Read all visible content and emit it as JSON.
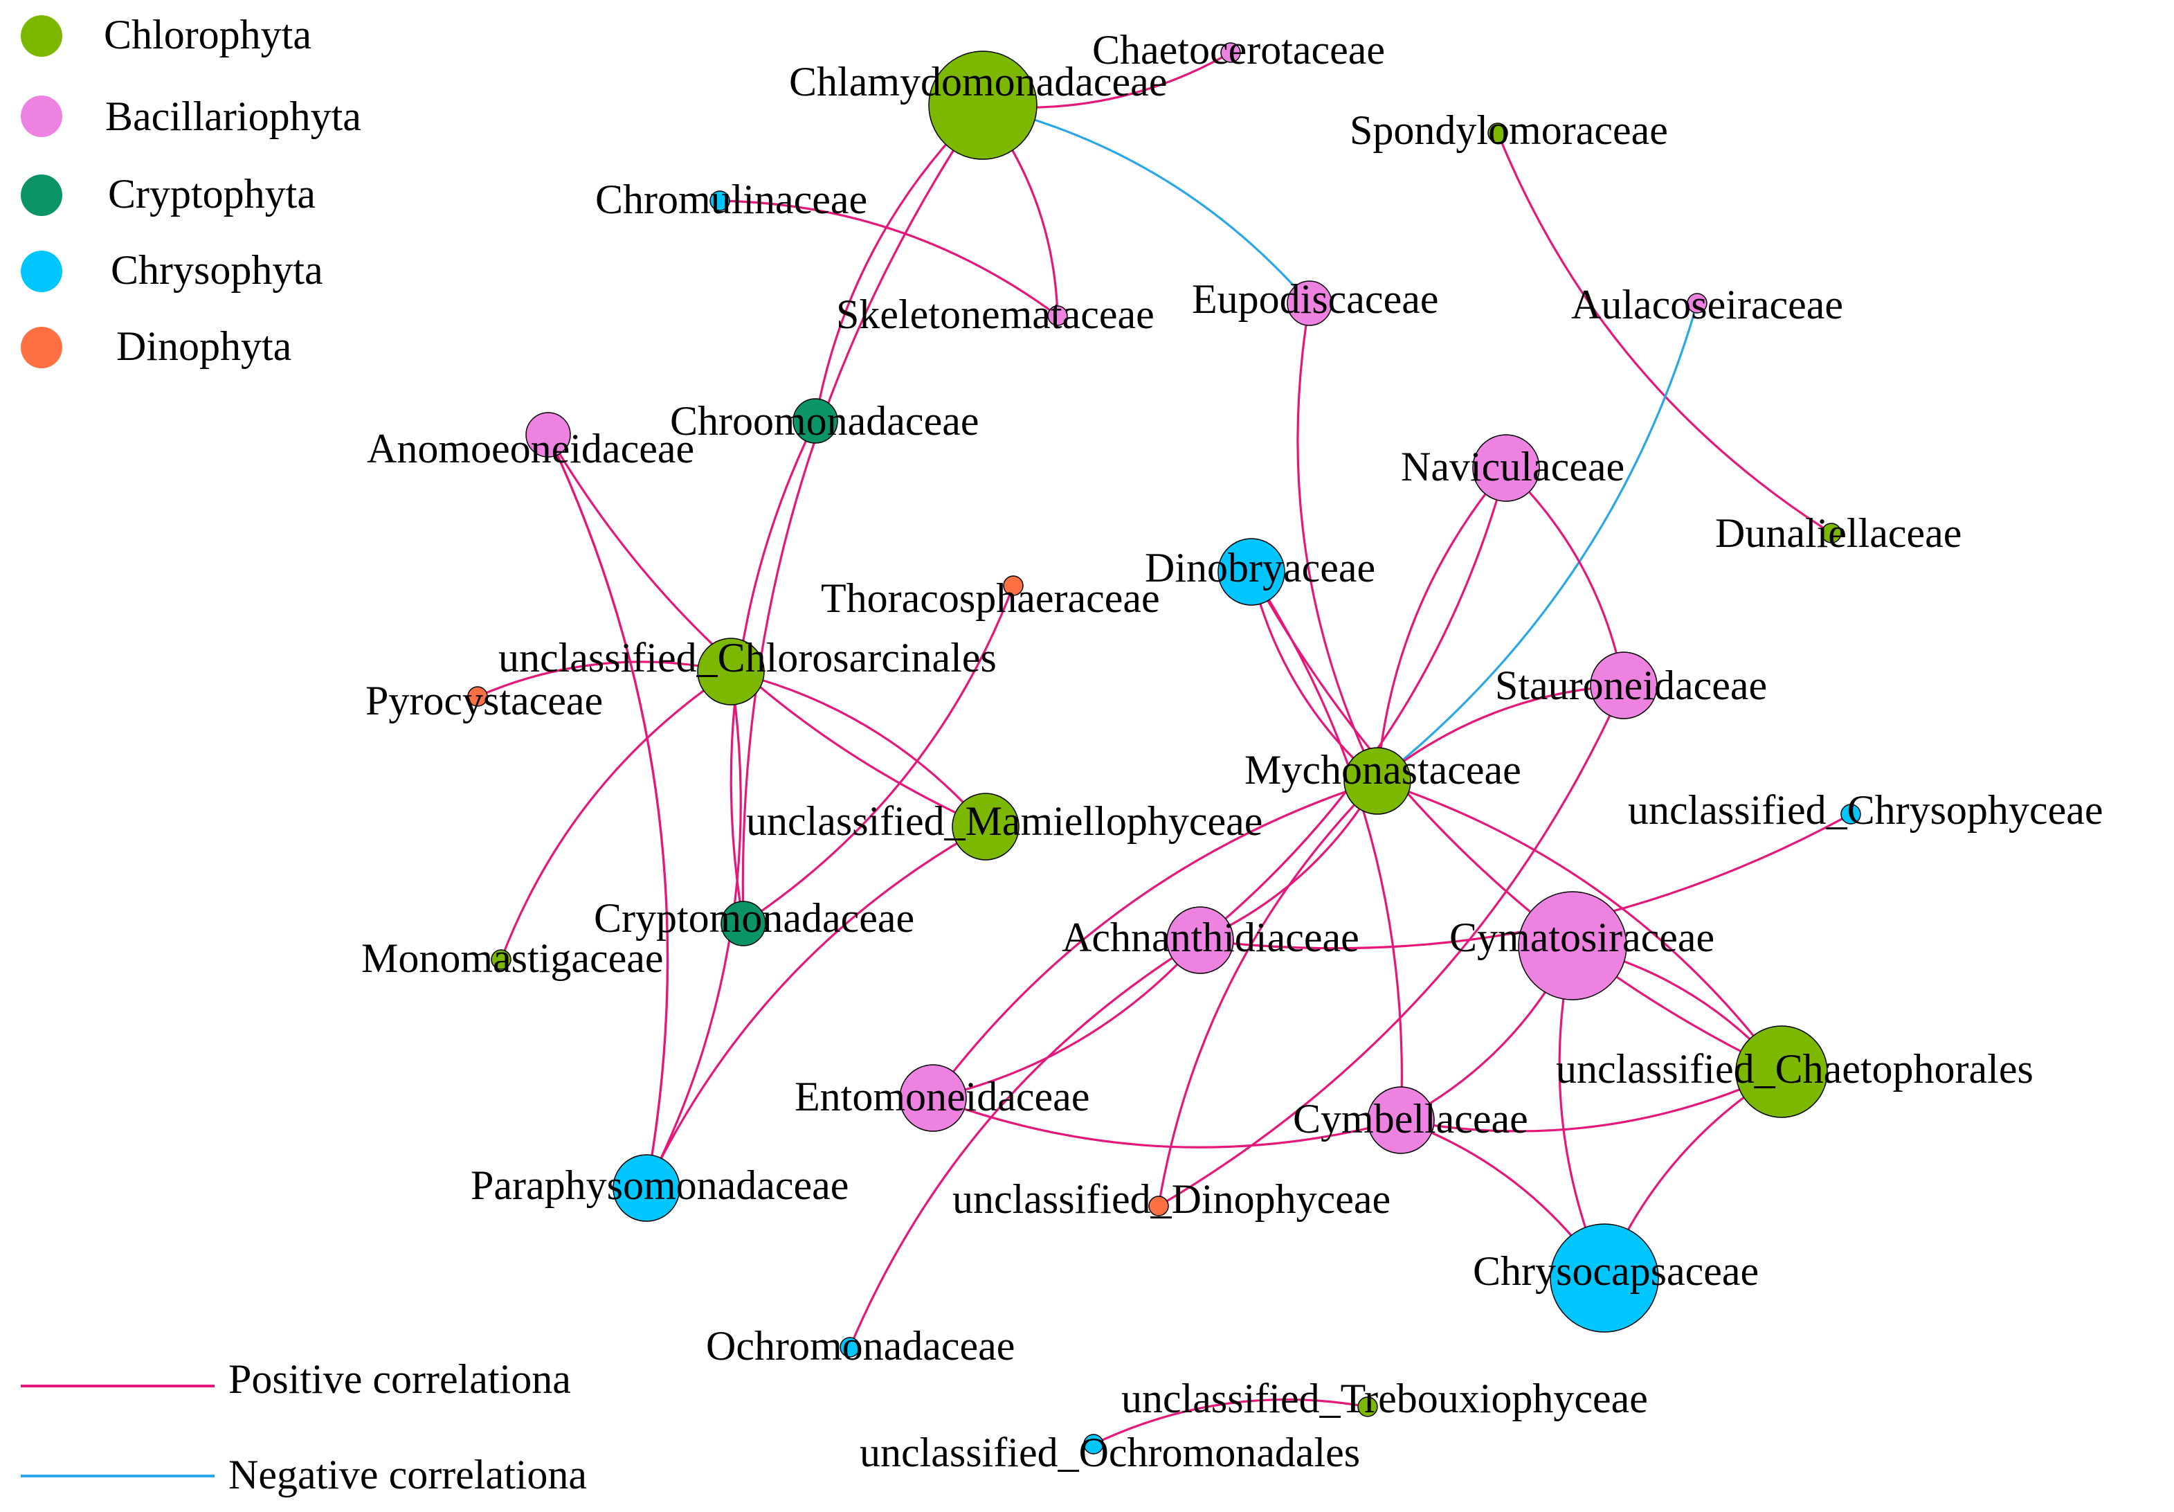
{
  "legend": {
    "phyla": [
      {
        "id": "chl",
        "label": "Chlorophyta",
        "color": "#7cb800"
      },
      {
        "id": "bac",
        "label": "Bacillariophyta",
        "color": "#ee82e1"
      },
      {
        "id": "cry",
        "label": "Cryptophyta",
        "color": "#0a9467"
      },
      {
        "id": "chr",
        "label": "Chrysophyta",
        "color": "#00c6ff"
      },
      {
        "id": "din",
        "label": "Dinophyta",
        "color": "#ff7043"
      }
    ],
    "edges": [
      {
        "id": "pos",
        "label": "Positive correlationa",
        "color": "#e6177a"
      },
      {
        "id": "neg",
        "label": "Negative correlationa",
        "color": "#2aa7e8"
      }
    ]
  },
  "nodes": [
    {
      "id": "Chlamydomonadaceae",
      "label": "Chlamydomonadaceae",
      "phylum": "chl",
      "size": "xl"
    },
    {
      "id": "Chaetocerotaceae",
      "label": "Chaetocerotaceae",
      "phylum": "bac",
      "size": "xs"
    },
    {
      "id": "Spondylomoraceae",
      "label": "Spondylomoraceae",
      "phylum": "chl",
      "size": "xs"
    },
    {
      "id": "Chromulinaceae",
      "label": "Chromulinaceae",
      "phylum": "chr",
      "size": "xs"
    },
    {
      "id": "Skeletonemataceae",
      "label": "Skeletonemataceae",
      "phylum": "bac",
      "size": "xs"
    },
    {
      "id": "Eupodiscaceae",
      "label": "Eupodiscaceae",
      "phylum": "bac",
      "size": "s"
    },
    {
      "id": "Aulacoseiraceae",
      "label": "Aulacoseiraceae",
      "phylum": "bac",
      "size": "xs"
    },
    {
      "id": "Anomoeoneidaceae",
      "label": "Anomoeoneidaceae",
      "phylum": "bac",
      "size": "s"
    },
    {
      "id": "Chroomonadaceae",
      "label": "Chroomonadaceae",
      "phylum": "cry",
      "size": "s"
    },
    {
      "id": "Naviculaceae",
      "label": "Naviculaceae",
      "phylum": "bac",
      "size": "m"
    },
    {
      "id": "Dunaliellaceae",
      "label": "Dunaliellaceae",
      "phylum": "chl",
      "size": "xs"
    },
    {
      "id": "Dinobryaceae",
      "label": "Dinobryaceae",
      "phylum": "chr",
      "size": "m"
    },
    {
      "id": "Thoracosphaeraceae",
      "label": "Thoracosphaeraceae",
      "phylum": "din",
      "size": "xs"
    },
    {
      "id": "unclassified_Chlorosarcinales",
      "label": "unclassified_Chlorosarcinales",
      "phylum": "chl",
      "size": "m"
    },
    {
      "id": "Pyrocystaceae",
      "label": "Pyrocystaceae",
      "phylum": "din",
      "size": "xs"
    },
    {
      "id": "Stauroneidaceae",
      "label": "Stauroneidaceae",
      "phylum": "bac",
      "size": "m"
    },
    {
      "id": "Mychonastaceae",
      "label": "Mychonastaceae",
      "phylum": "chl",
      "size": "m"
    },
    {
      "id": "unclassified_Chrysophyceae",
      "label": "unclassified_Chrysophyceae",
      "phylum": "chr",
      "size": "xs"
    },
    {
      "id": "unclassified_Mamiellophyceae",
      "label": "unclassified_Mamiellophyceae",
      "phylum": "chl",
      "size": "m"
    },
    {
      "id": "Cryptomonadaceae",
      "label": "Cryptomonadaceae",
      "phylum": "cry",
      "size": "s"
    },
    {
      "id": "Monomastigaceae",
      "label": "Monomastigaceae",
      "phylum": "chl",
      "size": "xs"
    },
    {
      "id": "Achnanthidiaceae",
      "label": "Achnanthidiaceae",
      "phylum": "bac",
      "size": "m"
    },
    {
      "id": "Cymatosiraceae",
      "label": "Cymatosiraceae",
      "phylum": "bac",
      "size": "xl"
    },
    {
      "id": "unclassified_Chaetophorales",
      "label": "unclassified_Chaetophorales",
      "phylum": "chl",
      "size": "l"
    },
    {
      "id": "Entomoneidaceae",
      "label": "Entomoneidaceae",
      "phylum": "bac",
      "size": "m"
    },
    {
      "id": "Cymbellaceae",
      "label": "Cymbellaceae",
      "phylum": "bac",
      "size": "m"
    },
    {
      "id": "Paraphysomonadaceae",
      "label": "Paraphysomonadaceae",
      "phylum": "chr",
      "size": "m"
    },
    {
      "id": "unclassified_Dinophyceae",
      "label": "unclassified_Dinophyceae",
      "phylum": "din",
      "size": "xs"
    },
    {
      "id": "Chrysocapsaceae",
      "label": "Chrysocapsaceae",
      "phylum": "chr",
      "size": "xl"
    },
    {
      "id": "Ochromonadaceae",
      "label": "Ochromonadaceae",
      "phylum": "chr",
      "size": "xs"
    },
    {
      "id": "unclassified_Trebouxiophyceae",
      "label": "unclassified_Trebouxiophyceae",
      "phylum": "chl",
      "size": "xs"
    },
    {
      "id": "unclassified_Ochromonadales",
      "label": "unclassified_Ochromonadales",
      "phylum": "chr",
      "size": "xs"
    }
  ],
  "edges": [
    {
      "source": "Chlamydomonadaceae",
      "target": "Chaetocerotaceae",
      "sign": "pos"
    },
    {
      "source": "Chlamydomonadaceae",
      "target": "Eupodiscaceae",
      "sign": "neg"
    },
    {
      "source": "Chlamydomonadaceae",
      "target": "Chroomonadaceae",
      "sign": "pos"
    },
    {
      "source": "Chlamydomonadaceae",
      "target": "Skeletonemataceae",
      "sign": "pos"
    },
    {
      "source": "Chlamydomonadaceae",
      "target": "Cryptomonadaceae",
      "sign": "pos"
    },
    {
      "source": "Chromulinaceae",
      "target": "Skeletonemataceae",
      "sign": "pos"
    },
    {
      "source": "Spondylomoraceae",
      "target": "Dunaliellaceae",
      "sign": "pos"
    },
    {
      "source": "Aulacoseiraceae",
      "target": "Mychonastaceae",
      "sign": "neg"
    },
    {
      "source": "Eupodiscaceae",
      "target": "Mychonastaceae",
      "sign": "pos"
    },
    {
      "source": "Anomoeoneidaceae",
      "target": "Paraphysomonadaceae",
      "sign": "pos"
    },
    {
      "source": "Anomoeoneidaceae",
      "target": "unclassified_Mamiellophyceae",
      "sign": "pos"
    },
    {
      "source": "Anomoeoneidaceae",
      "target": "Paraphysomonadaceae",
      "sign": "pos"
    },
    {
      "source": "Chroomonadaceae",
      "target": "Cryptomonadaceae",
      "sign": "pos"
    },
    {
      "source": "Thoracosphaeraceae",
      "target": "Cryptomonadaceae",
      "sign": "pos"
    },
    {
      "source": "unclassified_Chlorosarcinales",
      "target": "Pyrocystaceae",
      "sign": "pos"
    },
    {
      "source": "unclassified_Chlorosarcinales",
      "target": "unclassified_Mamiellophyceae",
      "sign": "pos"
    },
    {
      "source": "unclassified_Chlorosarcinales",
      "target": "Monomastigaceae",
      "sign": "pos"
    },
    {
      "source": "unclassified_Chlorosarcinales",
      "target": "Paraphysomonadaceae",
      "sign": "pos"
    },
    {
      "source": "unclassified_Mamiellophyceae",
      "target": "Paraphysomonadaceae",
      "sign": "pos"
    },
    {
      "source": "Naviculaceae",
      "target": "Stauroneidaceae",
      "sign": "pos"
    },
    {
      "source": "Naviculaceae",
      "target": "Mychonastaceae",
      "sign": "pos"
    },
    {
      "source": "Naviculaceae",
      "target": "Achnanthidiaceae",
      "sign": "pos"
    },
    {
      "source": "Stauroneidaceae",
      "target": "Mychonastaceae",
      "sign": "pos"
    },
    {
      "source": "Stauroneidaceae",
      "target": "unclassified_Dinophyceae",
      "sign": "pos"
    },
    {
      "source": "Dinobryaceae",
      "target": "Mychonastaceae",
      "sign": "pos"
    },
    {
      "source": "Dinobryaceae",
      "target": "Cymbellaceae",
      "sign": "pos"
    },
    {
      "source": "Dinobryaceae",
      "target": "unclassified_Chaetophorales",
      "sign": "pos"
    },
    {
      "source": "Mychonastaceae",
      "target": "Achnanthidiaceae",
      "sign": "pos"
    },
    {
      "source": "Mychonastaceae",
      "target": "Entomoneidaceae",
      "sign": "pos"
    },
    {
      "source": "Mychonastaceae",
      "target": "unclassified_Chaetophorales",
      "sign": "pos"
    },
    {
      "source": "Mychonastaceae",
      "target": "unclassified_Dinophyceae",
      "sign": "pos"
    },
    {
      "source": "unclassified_Chrysophyceae",
      "target": "Achnanthidiaceae",
      "sign": "pos"
    },
    {
      "source": "Entomoneidaceae",
      "target": "Cymbellaceae",
      "sign": "pos"
    },
    {
      "source": "Achnanthidiaceae",
      "target": "Entomoneidaceae",
      "sign": "pos"
    },
    {
      "source": "Achnanthidiaceae",
      "target": "Ochromonadaceae",
      "sign": "pos"
    },
    {
      "source": "Cymatosiraceae",
      "target": "Cymbellaceae",
      "sign": "pos"
    },
    {
      "source": "Cymatosiraceae",
      "target": "Chrysocapsaceae",
      "sign": "pos"
    },
    {
      "source": "Cymatosiraceae",
      "target": "unclassified_Chaetophorales",
      "sign": "pos"
    },
    {
      "source": "Cymbellaceae",
      "target": "unclassified_Chaetophorales",
      "sign": "pos"
    },
    {
      "source": "Cymbellaceae",
      "target": "Chrysocapsaceae",
      "sign": "pos"
    },
    {
      "source": "unclassified_Chaetophorales",
      "target": "Chrysocapsaceae",
      "sign": "pos"
    },
    {
      "source": "unclassified_Ochromonadales",
      "target": "unclassified_Trebouxiophyceae",
      "sign": "pos"
    }
  ]
}
